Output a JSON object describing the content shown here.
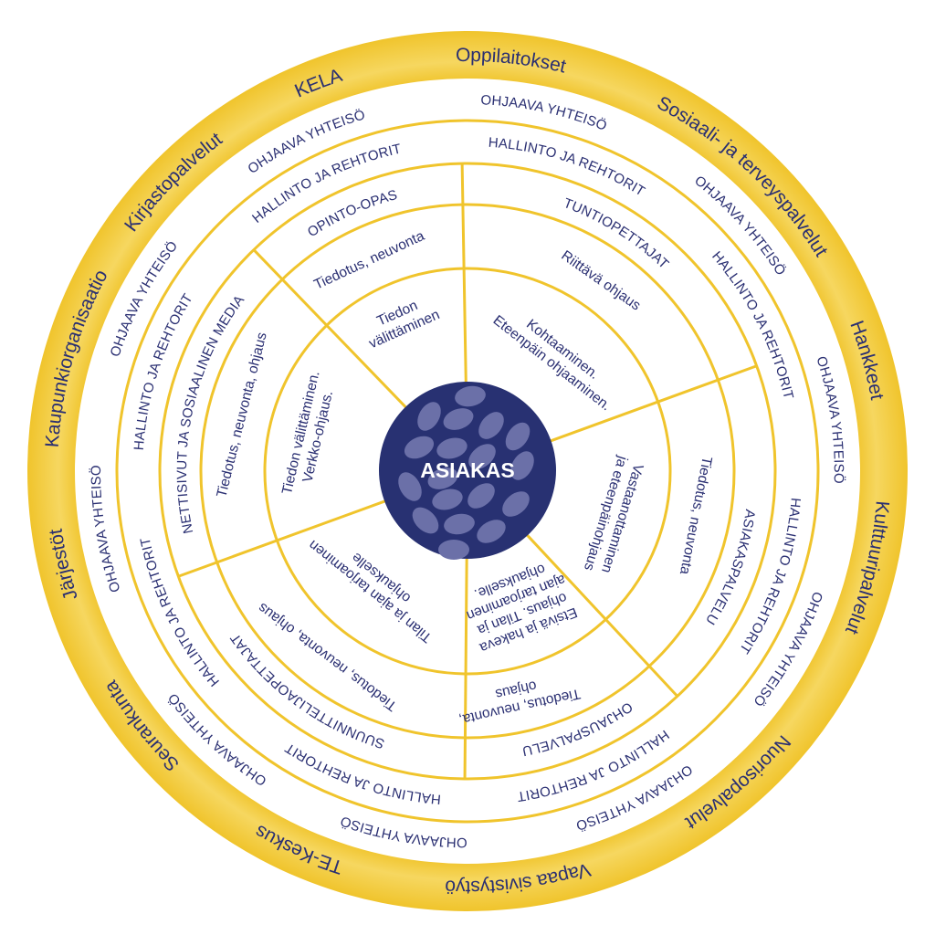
{
  "center": {
    "label": "ASIAKAS"
  },
  "outer_partners": [
    "Oppilaitokset",
    "Sosiaali- ja terveyspalvelut",
    "Hankkeet",
    "Kulttuuripalvelut",
    "Nuorisopalvelut",
    "Vapaa sivistystyö",
    "TE-Keskus",
    "Seurankunta",
    "Järjestöt",
    "Kaupunkiorganisaatio",
    "Kirjastopalvelut",
    "KELA"
  ],
  "community_ring": {
    "label": "OHJAAVA YHTEISÖ",
    "count": 10
  },
  "administration_ring": {
    "label": "HALLINTO JA REHTORIT",
    "count": 8
  },
  "sectors": [
    {
      "actor": "TUNTIOPETTAJAT",
      "service": [
        "Riittävä ohjaus"
      ],
      "action": [
        "Kohtaaminen.",
        "Eteenpäin ohjaaminen."
      ]
    },
    {
      "actor": "ASIAKASPALVELU",
      "service": [
        "Tiedotus, neuvonta"
      ],
      "action": [
        "Vastaanottaminen",
        "ja eteenpäinohjaus"
      ]
    },
    {
      "actor": "OHJAUSPALVELU",
      "service": [
        "Tiedotus, neuvonta,",
        "ohjaus"
      ],
      "action": [
        "Etsivä ja hakeva",
        "ohjaus. Tilan ja",
        "ajan tarjoaminen",
        "ohjaukselle."
      ]
    },
    {
      "actor": "SUUNNITTELIJAOPETTAJAT",
      "service": [
        "Tiedotus, neuvonta, ohjaus"
      ],
      "action": [
        "Tilan ja ajan tarjoaminen",
        "ohjaukselle"
      ]
    },
    {
      "actor": "NETTISIVUT JA SOSIAALINEN MEDIA",
      "service": [
        "Tiedotus, neuvonta, ohjaus"
      ],
      "action": [
        "Tiedon välittäminen.",
        "Verkko-ohjaus."
      ]
    },
    {
      "actor": "OPINTO-OPAS",
      "service": [
        "Tiedotus, neuvonta"
      ],
      "action": [
        "Tiedon",
        "välittäminen"
      ]
    }
  ],
  "colors": {
    "navy": "#283172",
    "text": "#2a2f72",
    "yellow": "#f0c42c",
    "yellow_light": "#f6d760",
    "blob": "#6b70a8"
  }
}
